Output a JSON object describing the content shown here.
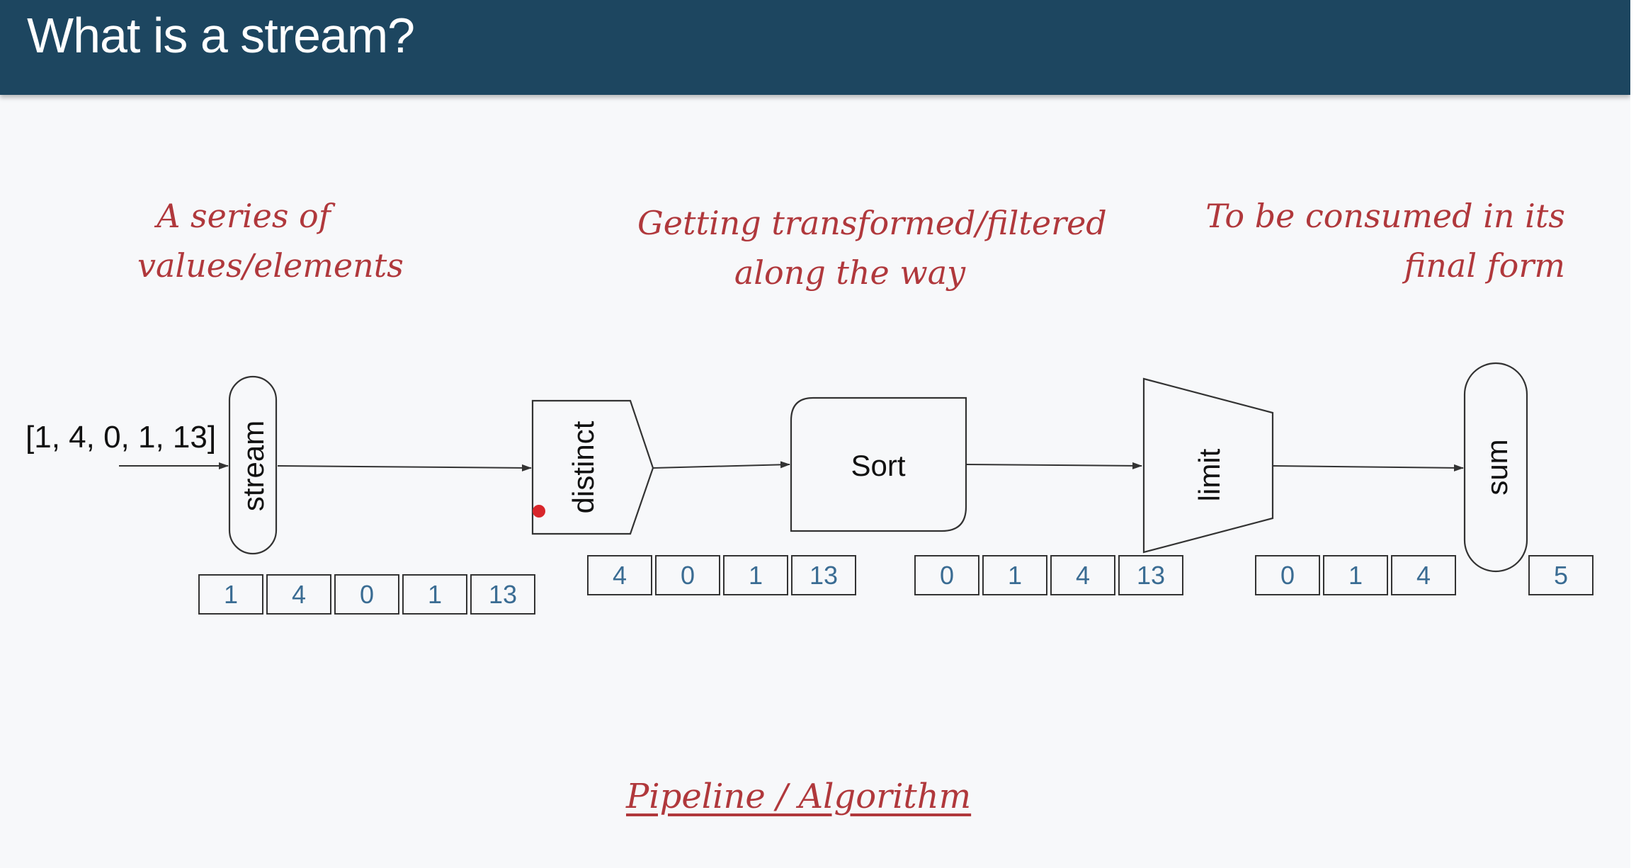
{
  "slide": {
    "title": "What is a stream?"
  },
  "notes": {
    "series_line1": "A series of",
    "series_line2": "values/elements",
    "transform_line1": "Getting transformed/filtered",
    "transform_line2": "along the way",
    "consume_line1": "To be consumed in its",
    "consume_line2": "final form"
  },
  "footer": {
    "label": "Pipeline / Algorithm"
  },
  "input": {
    "label": "[1, 4, 0, 1, 13]"
  },
  "stages": {
    "stream": "stream",
    "distinct": "distinct",
    "sort": "Sort",
    "limit": "limit",
    "sum": "sum"
  },
  "values": {
    "after_stream": [
      "1",
      "4",
      "0",
      "1",
      "13"
    ],
    "after_distinct": [
      "4",
      "0",
      "1",
      "13"
    ],
    "after_sort": [
      "0",
      "1",
      "4",
      "13"
    ],
    "after_limit": [
      "0",
      "1",
      "4"
    ],
    "after_sum": [
      "5"
    ]
  },
  "colors": {
    "header": "#1d4660",
    "note": "#b0383c",
    "cell_text": "#3a6c93",
    "pointer_dot": "#d8262b"
  }
}
